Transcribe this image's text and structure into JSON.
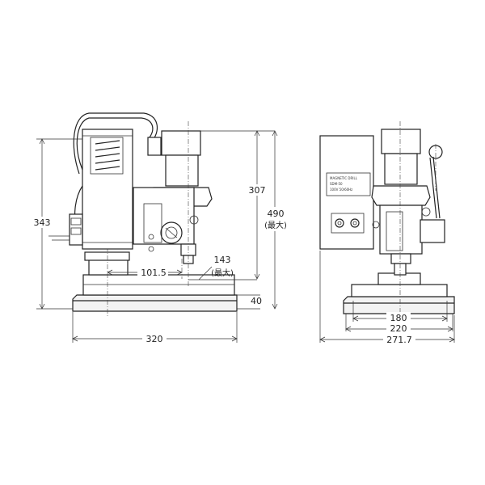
{
  "side_view": {
    "dim_height_total": "343",
    "dim_stroke": "307",
    "dim_height_max": "490",
    "dim_height_max_note": "(最大)",
    "dim_offset": "101.5",
    "dim_throat": "143",
    "dim_throat_note": "(最大)",
    "dim_base_height": "40",
    "dim_base_width": "320"
  },
  "front_view": {
    "dim_inner": "180",
    "dim_mid": "220",
    "dim_outer": "271.7"
  }
}
